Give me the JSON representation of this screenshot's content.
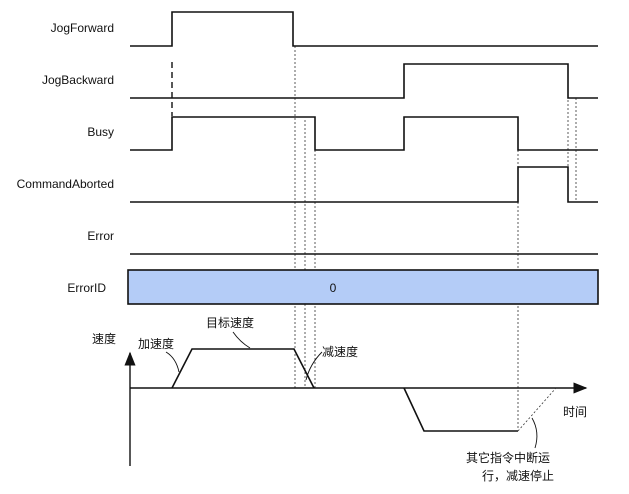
{
  "signals": {
    "jog_forward": "JogForward",
    "jog_backward": "JogBackward",
    "busy": "Busy",
    "command_aborted": "CommandAborted",
    "error": "Error",
    "error_id": "ErrorID",
    "error_id_value": "0"
  },
  "velocity_plot": {
    "y_label": "速度",
    "x_label": "时间",
    "acceleration": "加速度",
    "target_velocity": "目标速度",
    "deceleration": "减速度",
    "abort_note_line1": "其它指令中断运",
    "abort_note_line2": "行，减速停止"
  },
  "colors": {
    "error_id_band": "#b4ccf7",
    "lines": "#111111"
  }
}
